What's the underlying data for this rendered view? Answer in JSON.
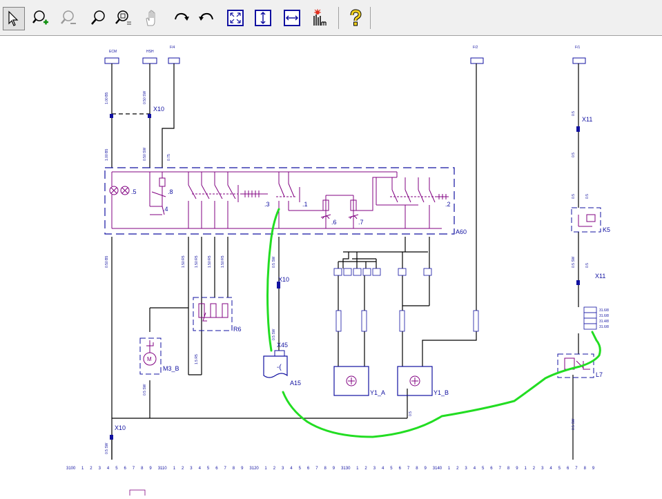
{
  "toolbar": {
    "tools": [
      "select-icon",
      "zoom-in-icon",
      "zoom-out-icon",
      "zoom-icon",
      "zoom-area-icon",
      "pan-hand-icon",
      "rotate-right-icon",
      "rotate-left-icon",
      "fit-page-icon",
      "fit-height-icon",
      "fit-width-icon",
      "highlight-icon",
      "help-icon"
    ]
  },
  "diagram": {
    "component_labels": {
      "x10_top": "X10",
      "x11_top": "X11",
      "x11_mid": "X11",
      "x10_mid": "X10",
      "x45": "X45",
      "x10_bottom": "X10",
      "a60": "A60",
      "k5": "K5",
      "r6": "R6",
      "m3b": "M3_B",
      "a15": "A15",
      "y1a": "Y1_A",
      "y1b": "Y1_B",
      "l7": "L7",
      "dot5": ".5",
      "dot8": ".8",
      "dot4": ".4",
      "dot3": ".3",
      "dot1": ".1",
      "dot6": ".6",
      "dot7": ".7",
      "dot2": ".2"
    },
    "ruler": {
      "major": [
        "3100",
        "3110",
        "3120",
        "3130",
        "3140"
      ],
      "minor": [
        "1",
        "2",
        "3",
        "4",
        "5",
        "6",
        "7",
        "8",
        "9"
      ]
    }
  },
  "colors": {
    "schematic_blue": "#1010a0",
    "module_purple": "#800080",
    "wire_black": "#000000",
    "highlight_green": "#22dd22"
  }
}
